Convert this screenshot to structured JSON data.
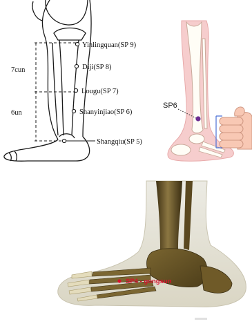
{
  "leg_diagram": {
    "points": [
      {
        "label": "Yinlingquan(SP 9)"
      },
      {
        "label": "Diji(SP 8)"
      },
      {
        "label": "Lougu(SP 7)"
      },
      {
        "label": "Shanyinjiao(SP 6)"
      },
      {
        "label": "Shangqiu(SP 5)"
      }
    ],
    "measure_upper": "7cun",
    "measure_lower": "6un"
  },
  "bone_diagram": {
    "point_label": "SP6"
  },
  "foot_render": {
    "point_label": "SP4 - gongsun"
  },
  "colors": {
    "sp6_marker": "#6b2c91",
    "sp4_marker": "#d8102c",
    "finger_bracket": "#4a6fd6",
    "skin_pink": "#f6cdcd"
  }
}
